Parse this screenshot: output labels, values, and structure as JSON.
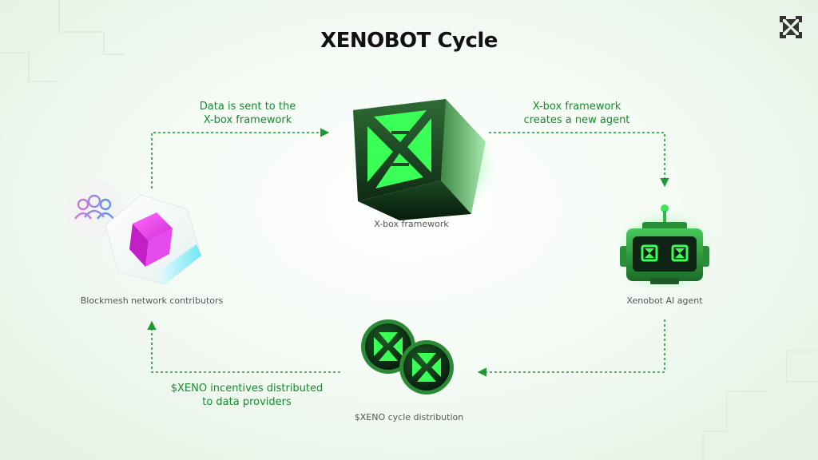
{
  "title": "XENOBOT Cycle",
  "colors": {
    "accent": "#1f9a35",
    "bright_green": "#39ff57",
    "dark_green": "#123a1c",
    "magenta": "#d22bd9",
    "cyan": "#6fe6f2"
  },
  "logo_icon": "xenobot-x-logo",
  "nodes": {
    "xbox": {
      "label": "X-box framework",
      "icon": "x-box-cube-icon"
    },
    "agent": {
      "label": "Xenobot AI agent",
      "icon": "robot-icon"
    },
    "distribution": {
      "label": "$XENO cycle distribution",
      "icon": "xeno-coins-icon"
    },
    "contributors": {
      "label": "Blockmesh network contributors",
      "icon": "users-icon"
    }
  },
  "edges": {
    "contributors_to_xbox": {
      "line1": "Data is sent to the",
      "line2": "X-box framework"
    },
    "xbox_to_agent": {
      "line1": "X-box framework",
      "line2": "creates a new agent"
    },
    "distribution_to_contributors": {
      "line1": "$XENO incentives distributed",
      "line2": "to data providers"
    }
  }
}
